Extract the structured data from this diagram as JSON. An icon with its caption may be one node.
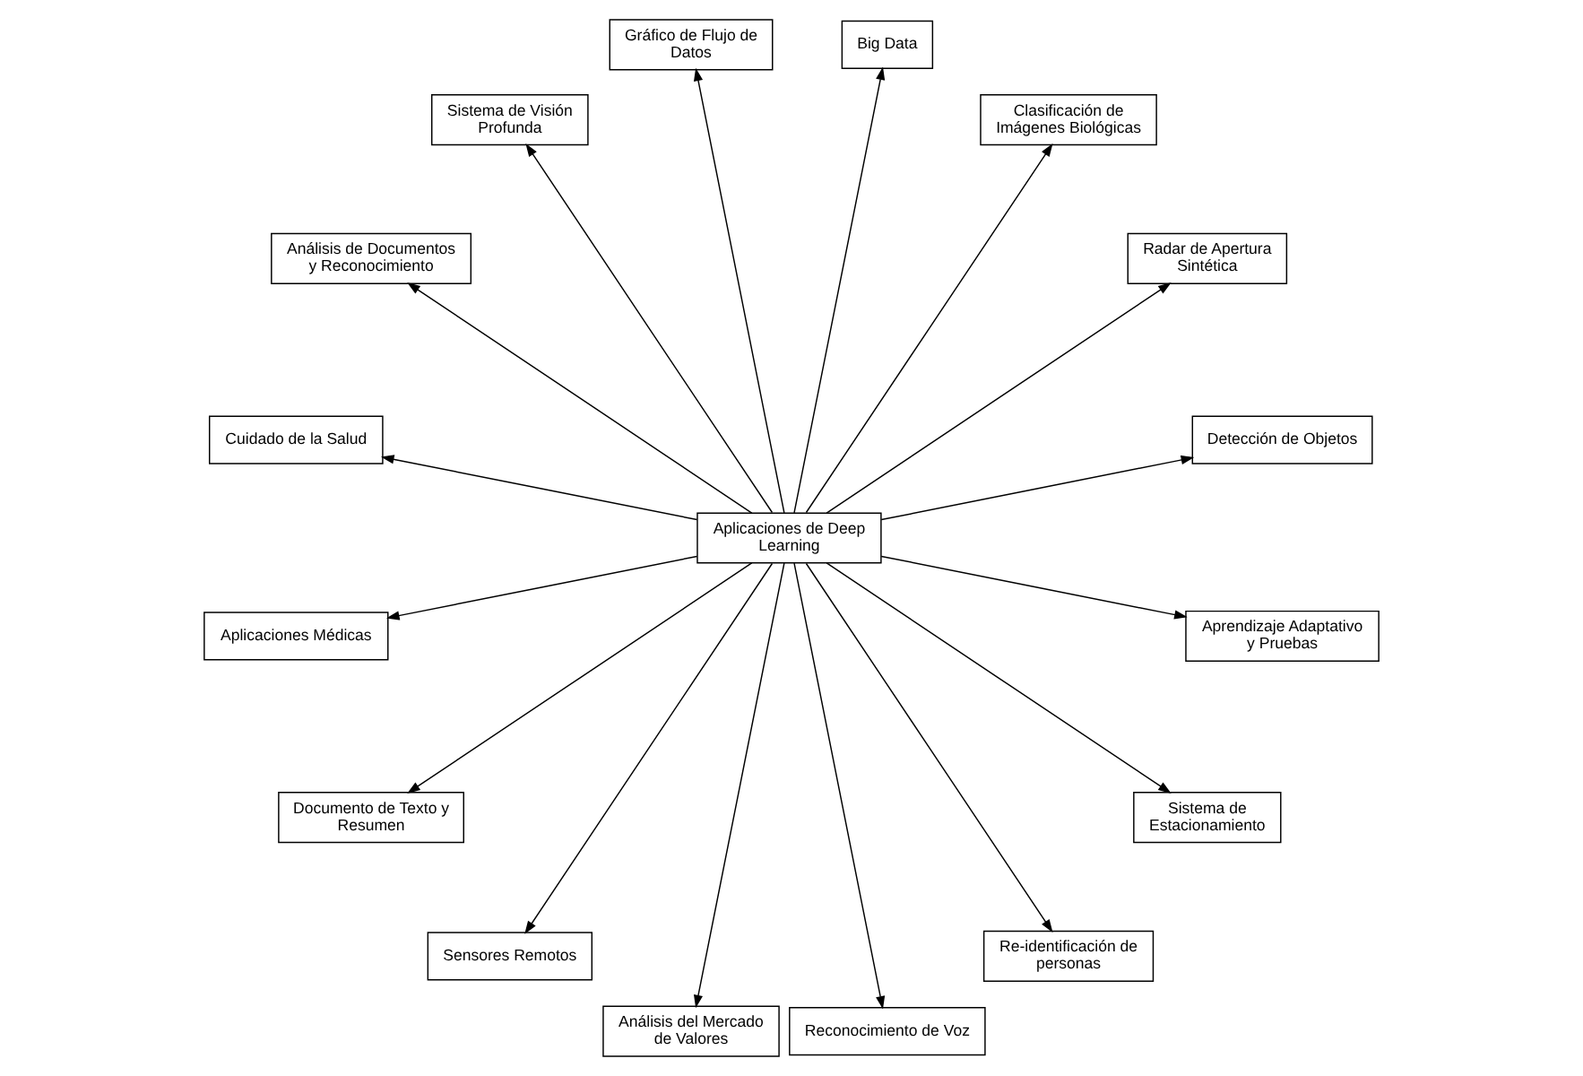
{
  "diagram": {
    "nodes": [
      {
        "text": [
          "Aplicaciones de Deep Learning"
        ]
      },
      {
        "text": [
          "Detección de Objetos"
        ]
      },
      {
        "text": [
          "Radar de Apertura Sintética"
        ]
      },
      {
        "text": [
          "Clasificación de Imágenes Biológicas"
        ]
      },
      {
        "text": [
          "Big Data"
        ]
      },
      {
        "text": [
          "Gráfico de Flujo de Datos"
        ]
      },
      {
        "text": [
          "Sistema de Visión Profunda"
        ]
      },
      {
        "text": [
          "Análisis de Documentos y Reconocimiento"
        ]
      },
      {
        "text": [
          "Cuidado de la Salud"
        ]
      },
      {
        "text": [
          "Aplicaciones Médicas"
        ]
      },
      {
        "text": [
          "Documento de Texto y Resumen"
        ]
      },
      {
        "text": [
          "Sensores Remotos"
        ]
      },
      {
        "text": [
          "Análisis del Mercado de Valores"
        ]
      },
      {
        "text": [
          "Reconocimiento de Voz"
        ]
      },
      {
        "text": [
          "Re-identificación de personas"
        ]
      },
      {
        "text": [
          "Sistema de Estacionamiento"
        ]
      },
      {
        "text": [
          "Aprendizaje Adaptativo y Pruebas"
        ]
      }
    ],
    "edges": [
      {
        "from": 0,
        "to": 1,
        "arrow": "to"
      },
      {
        "from": 0,
        "to": 2,
        "arrow": "to"
      },
      {
        "from": 0,
        "to": 3,
        "arrow": "to"
      },
      {
        "from": 0,
        "to": 4,
        "arrow": "to"
      },
      {
        "from": 0,
        "to": 5,
        "arrow": "to"
      },
      {
        "from": 0,
        "to": 6,
        "arrow": "to"
      },
      {
        "from": 0,
        "to": 7,
        "arrow": "to"
      },
      {
        "from": 0,
        "to": 8,
        "arrow": "to"
      },
      {
        "from": 0,
        "to": 9,
        "arrow": "to"
      },
      {
        "from": 0,
        "to": 10,
        "arrow": "to"
      },
      {
        "from": 0,
        "to": 11,
        "arrow": "to"
      },
      {
        "from": 0,
        "to": 12,
        "arrow": "to"
      },
      {
        "from": 0,
        "to": 13,
        "arrow": "to"
      },
      {
        "from": 0,
        "to": 14,
        "arrow": "to"
      },
      {
        "from": 0,
        "to": 15,
        "arrow": "to"
      },
      {
        "from": 0,
        "to": 16,
        "arrow": "to"
      }
    ]
  }
}
